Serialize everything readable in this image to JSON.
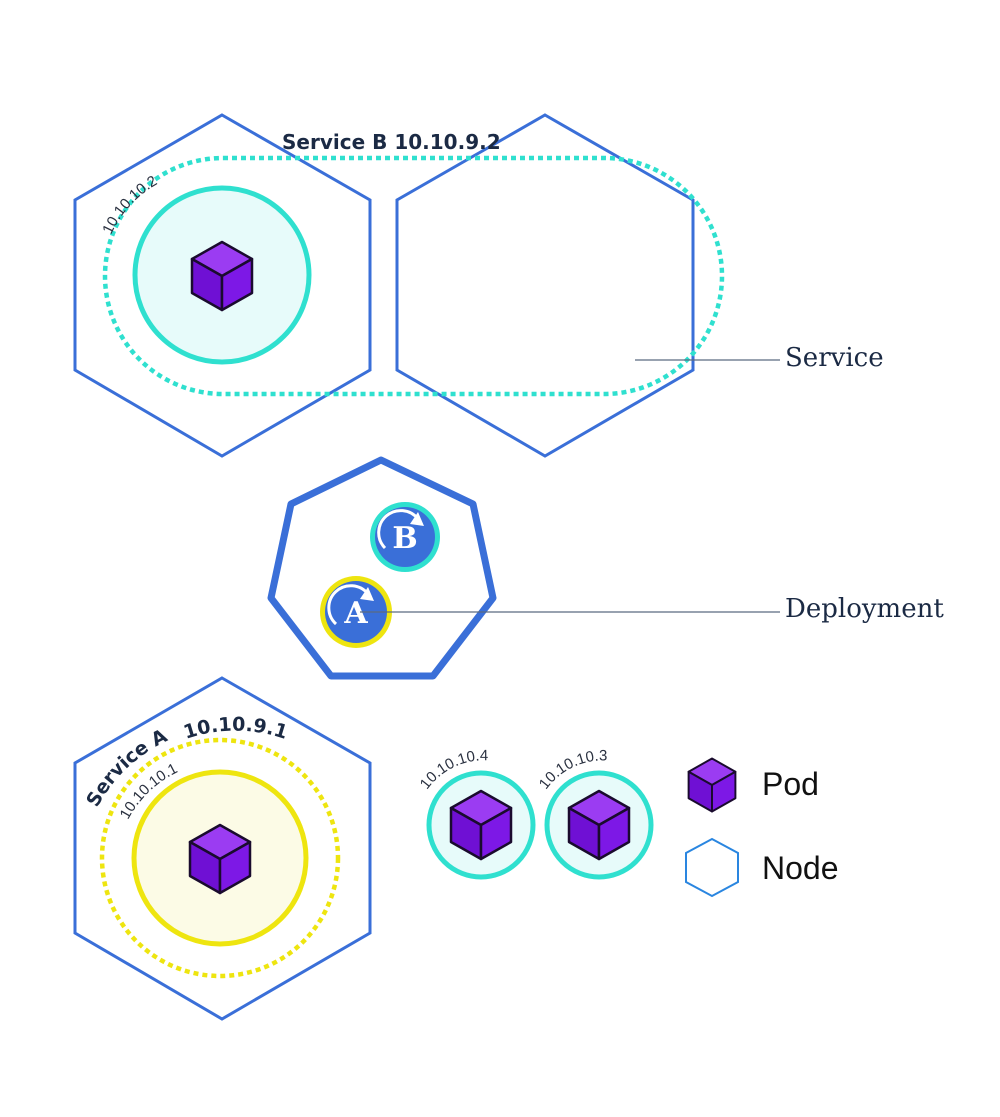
{
  "services": {
    "b": {
      "name": "Service B",
      "ip": "10.10.9.2"
    },
    "a": {
      "name": "Service A",
      "ip": "10.10.9.1"
    }
  },
  "pods": {
    "p2": {
      "ip": "10.10.10.2"
    },
    "p1": {
      "ip": "10.10.10.1"
    },
    "p4": {
      "ip": "10.10.10.4"
    },
    "p3": {
      "ip": "10.10.10.3"
    }
  },
  "deployment": {
    "badge_b": "B",
    "badge_a": "A"
  },
  "callouts": {
    "service": "Service",
    "deployment": "Deployment"
  },
  "legend": {
    "pod": "Pod",
    "node": "Node"
  },
  "colors": {
    "node_stroke": "#3a6fd8",
    "service_b": "#2fe0cf",
    "service_a": "#eee50f",
    "pod_fill": "#7b16e0",
    "pod_circle_fill_b": "#e7fbfa",
    "pod_circle_fill_a": "#fcfbe6"
  },
  "icons": {
    "pod": "cube-icon",
    "node": "hexagon-icon",
    "deployment_badge": "rotate-arrow-icon"
  }
}
